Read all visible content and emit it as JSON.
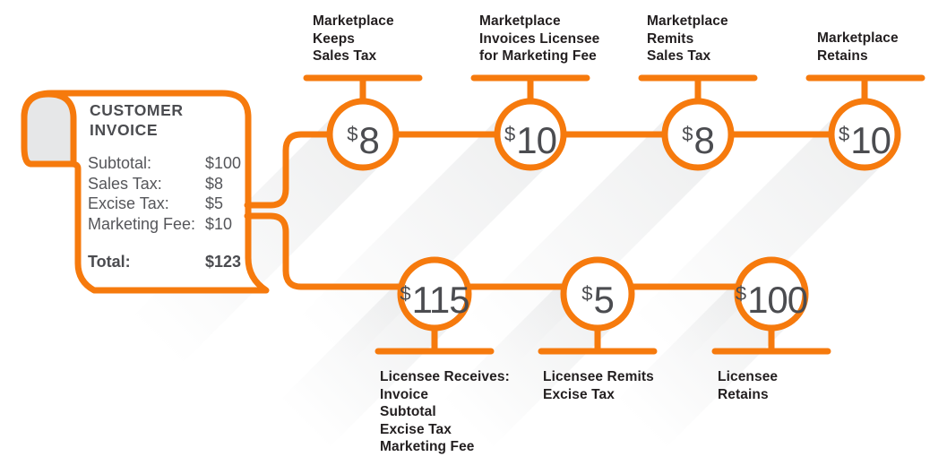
{
  "colors": {
    "accent": "#F67A0D",
    "node_text": "#4B4C50",
    "label_text": "#231F20",
    "invoice_text": "#55565A",
    "curl_fill": "#E6E7E8"
  },
  "invoice": {
    "title_lines": [
      "CUSTOMER",
      "INVOICE"
    ],
    "rows": [
      {
        "label": "Subtotal:",
        "value": "$100"
      },
      {
        "label": "Sales Tax:",
        "value": "$8"
      },
      {
        "label": "Excise Tax:",
        "value": "$5"
      },
      {
        "label": "Marketing Fee:",
        "value": "$10"
      }
    ],
    "total_row": {
      "label": "Total:",
      "value": "$123"
    }
  },
  "top_row": {
    "nodes": [
      {
        "currency": "$",
        "amount": "8",
        "label_lines": [
          "Marketplace",
          "Keeps",
          "Sales Tax"
        ]
      },
      {
        "currency": "$",
        "amount": "10",
        "label_lines": [
          "Marketplace",
          "Invoices Licensee",
          "for Marketing Fee"
        ]
      },
      {
        "currency": "$",
        "amount": "8",
        "label_lines": [
          "Marketplace",
          "Remits",
          "Sales Tax"
        ]
      },
      {
        "currency": "$",
        "amount": "10",
        "label_lines": [
          "Marketplace",
          "Retains"
        ]
      }
    ]
  },
  "bottom_row": {
    "nodes": [
      {
        "currency": "$",
        "amount": "115",
        "label_lines": [
          "Licensee Receives:",
          "Invoice",
          "Subtotal",
          "Excise Tax",
          "Marketing Fee"
        ]
      },
      {
        "currency": "$",
        "amount": "5",
        "label_lines": [
          "Licensee Remits",
          "Excise Tax"
        ]
      },
      {
        "currency": "$",
        "amount": "100",
        "label_lines": [
          "Licensee",
          "Retains"
        ]
      }
    ]
  }
}
